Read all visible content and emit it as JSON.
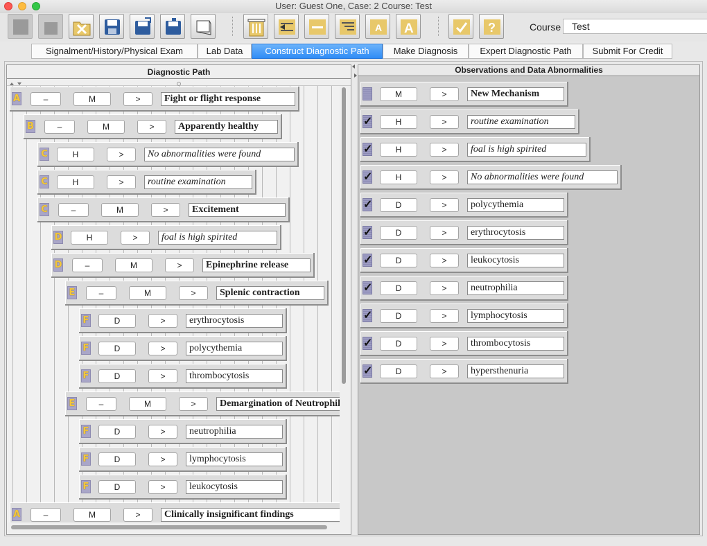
{
  "window": {
    "title": "User: Guest One,    Case: 2   Course: Test"
  },
  "toolbar": {
    "buttons": [
      {
        "name": "new-case-icon",
        "disabled": true
      },
      {
        "name": "reload-icon",
        "disabled": true
      },
      {
        "name": "close-folder-icon",
        "disabled": false
      },
      {
        "name": "save-icon",
        "disabled": false
      },
      {
        "name": "save-as-icon",
        "disabled": false
      },
      {
        "name": "save-copy-icon",
        "disabled": false
      },
      {
        "name": "print-icon",
        "disabled": false
      },
      {
        "name": "delete-icon",
        "disabled": false
      },
      {
        "name": "outdent-icon",
        "disabled": false
      },
      {
        "name": "minus-icon",
        "disabled": false
      },
      {
        "name": "list-icon",
        "disabled": false
      },
      {
        "name": "font-smaller-icon",
        "disabled": false
      },
      {
        "name": "font-larger-icon",
        "disabled": false
      },
      {
        "name": "check-icon",
        "disabled": false
      },
      {
        "name": "help-icon",
        "disabled": false
      }
    ],
    "course_label": "Course",
    "course_value": "Test"
  },
  "tabs": [
    {
      "label": "Signalment/History/Physical Exam",
      "active": false
    },
    {
      "label": "Lab Data",
      "active": false
    },
    {
      "label": "Construct Diagnostic Path",
      "active": true
    },
    {
      "label": "Make Diagnosis",
      "active": false
    },
    {
      "label": "Expert Diagnostic Path",
      "active": false
    },
    {
      "label": "Submit For Credit",
      "active": false
    }
  ],
  "left_panel": {
    "title": "Diagnostic Path",
    "rows": [
      {
        "level": "A",
        "depth": 0,
        "dash": "–",
        "code": "M",
        "arrow": ">",
        "text": "Fight or flight response",
        "style": "bold"
      },
      {
        "level": "B",
        "depth": 1,
        "dash": "–",
        "code": "M",
        "arrow": ">",
        "text": "Apparently healthy",
        "style": "bold"
      },
      {
        "level": "C",
        "depth": 2,
        "dash": "",
        "code": "H",
        "arrow": ">",
        "text": "No abnormalities were found",
        "style": "italic"
      },
      {
        "level": "C",
        "depth": 2,
        "dash": "",
        "code": "H",
        "arrow": ">",
        "text": "routine examination",
        "style": "italic"
      },
      {
        "level": "C",
        "depth": 2,
        "dash": "–",
        "code": "M",
        "arrow": ">",
        "text": "Excitement",
        "style": "bold"
      },
      {
        "level": "D",
        "depth": 3,
        "dash": "",
        "code": "H",
        "arrow": ">",
        "text": "foal is high spirited",
        "style": "italic"
      },
      {
        "level": "D",
        "depth": 3,
        "dash": "–",
        "code": "M",
        "arrow": ">",
        "text": "Epinephrine release",
        "style": "bold"
      },
      {
        "level": "E",
        "depth": 4,
        "dash": "–",
        "code": "M",
        "arrow": ">",
        "text": "Splenic contraction",
        "style": "bold"
      },
      {
        "level": "F",
        "depth": 5,
        "dash": "",
        "code": "D",
        "arrow": ">",
        "text": "erythrocytosis",
        "style": "normal"
      },
      {
        "level": "F",
        "depth": 5,
        "dash": "",
        "code": "D",
        "arrow": ">",
        "text": "polycythemia",
        "style": "normal"
      },
      {
        "level": "F",
        "depth": 5,
        "dash": "",
        "code": "D",
        "arrow": ">",
        "text": "thrombocytosis",
        "style": "normal"
      },
      {
        "level": "E",
        "depth": 4,
        "dash": "–",
        "code": "M",
        "arrow": ">",
        "text": "Demargination of Neutrophils",
        "style": "bold"
      },
      {
        "level": "F",
        "depth": 5,
        "dash": "",
        "code": "D",
        "arrow": ">",
        "text": "neutrophilia",
        "style": "normal"
      },
      {
        "level": "F",
        "depth": 5,
        "dash": "",
        "code": "D",
        "arrow": ">",
        "text": "lymphocytosis",
        "style": "normal"
      },
      {
        "level": "F",
        "depth": 5,
        "dash": "",
        "code": "D",
        "arrow": ">",
        "text": "leukocytosis",
        "style": "normal"
      },
      {
        "level": "A",
        "depth": 0,
        "dash": "–",
        "code": "M",
        "arrow": ">",
        "text": "Clinically insignificant findings",
        "style": "bold"
      }
    ]
  },
  "right_panel": {
    "title": "Observations and Data Abnormalities",
    "rows": [
      {
        "checked": false,
        "code": "M",
        "arrow": ">",
        "text": "New Mechanism",
        "style": "bold"
      },
      {
        "checked": true,
        "code": "H",
        "arrow": ">",
        "text": "routine examination",
        "style": "italic"
      },
      {
        "checked": true,
        "code": "H",
        "arrow": ">",
        "text": "foal is high spirited",
        "style": "italic"
      },
      {
        "checked": true,
        "code": "H",
        "arrow": ">",
        "text": "No abnormalities were found",
        "style": "italic"
      },
      {
        "checked": true,
        "code": "D",
        "arrow": ">",
        "text": "polycythemia",
        "style": "normal"
      },
      {
        "checked": true,
        "code": "D",
        "arrow": ">",
        "text": "erythrocytosis",
        "style": "normal"
      },
      {
        "checked": true,
        "code": "D",
        "arrow": ">",
        "text": "leukocytosis",
        "style": "normal"
      },
      {
        "checked": true,
        "code": "D",
        "arrow": ">",
        "text": "neutrophilia",
        "style": "normal"
      },
      {
        "checked": true,
        "code": "D",
        "arrow": ">",
        "text": "lymphocytosis",
        "style": "normal"
      },
      {
        "checked": true,
        "code": "D",
        "arrow": ">",
        "text": "thrombocytosis",
        "style": "normal"
      },
      {
        "checked": true,
        "code": "D",
        "arrow": ">",
        "text": "hypersthenuria",
        "style": "normal"
      }
    ]
  }
}
